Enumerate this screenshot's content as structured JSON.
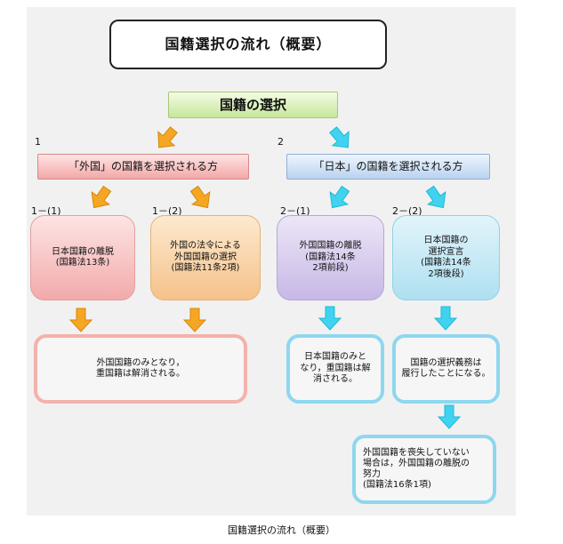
{
  "title": "国籍選択の流れ（概要）",
  "root": "国籍の選択",
  "branches": [
    {
      "number": "1",
      "label": "「外国」の国籍を選択される方",
      "color": "#f5a623",
      "subs": [
        {
          "number": "1－(1)",
          "label": "日本国籍の離脱\n(国籍法13条)"
        },
        {
          "number": "1－(2)",
          "label": "外国の法令による\n外国国籍の選択\n(国籍法11条2項)"
        }
      ],
      "result": "外国国籍のみとなり，\n重国籍は解消される。"
    },
    {
      "number": "2",
      "label": "「日本」の国籍を選択される方",
      "color": "#3fd3f0",
      "subs": [
        {
          "number": "2－(1)",
          "label": "外国国籍の離脱\n(国籍法14条\n2項前段)",
          "result": "日本国籍のみと\nなり，重国籍は解\n消される。"
        },
        {
          "number": "2－(2)",
          "label": "日本国籍の\n選択宣言\n(国籍法14条\n2項後段)",
          "result": "国籍の選択義務は\n履行したことになる。"
        }
      ],
      "final": "外国国籍を喪失していない\n場合は，外国国籍の離脱の\n努力\n(国籍法16条1項)"
    }
  ],
  "caption": "国籍選択の流れ（概要）"
}
